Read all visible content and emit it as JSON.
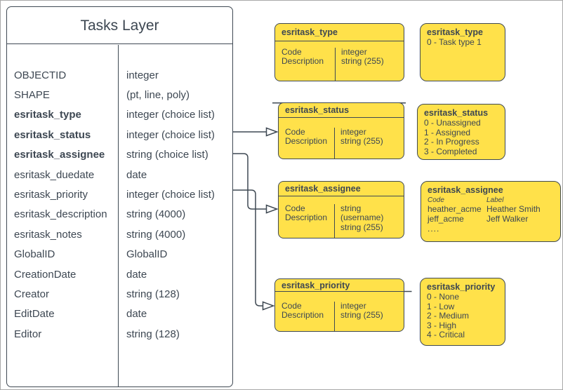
{
  "colors": {
    "box_fill_yellow": "#ffe14a",
    "stroke_dark": "#3f4953",
    "text_dark": "#3d4752",
    "page_border": "#a8a8a8",
    "white_fill": "#ffffff"
  },
  "tasks_layer": {
    "title": "Tasks Layer",
    "fields": [
      {
        "name": "OBJECTID",
        "type": "integer",
        "bold": false
      },
      {
        "name": "SHAPE",
        "type": "(pt, line, poly)",
        "bold": false
      },
      {
        "name": "esritask_type",
        "type": "integer (choice list)",
        "bold": true
      },
      {
        "name": "esritask_status",
        "type": "integer (choice list)",
        "bold": true
      },
      {
        "name": "esritask_assignee",
        "type": "string (choice list)",
        "bold": true
      },
      {
        "name": "esritask_duedate",
        "type": "date",
        "bold": false
      },
      {
        "name": "esritask_priority",
        "type": "integer (choice list)",
        "bold": false
      },
      {
        "name": "esritask_description",
        "type": "string (4000)",
        "bold": false
      },
      {
        "name": "esritask_notes",
        "type": "string (4000)",
        "bold": false
      },
      {
        "name": "GlobalID",
        "type": "GlobalID",
        "bold": false
      },
      {
        "name": "CreationDate",
        "type": "date",
        "bold": false
      },
      {
        "name": "Creator",
        "type": "string (128)",
        "bold": false
      },
      {
        "name": "EditDate",
        "type": "date",
        "bold": false
      },
      {
        "name": "Editor",
        "type": "string (128)",
        "bold": false
      }
    ]
  },
  "domain_tables": [
    {
      "title": "esritask_type",
      "rows": [
        {
          "field": "Code",
          "type": "integer"
        },
        {
          "field": "Description",
          "type": "string (255)"
        }
      ]
    },
    {
      "title": "esritask_status",
      "rows": [
        {
          "field": "Code",
          "type": "integer"
        },
        {
          "field": "Description",
          "type": "string (255)"
        }
      ]
    },
    {
      "title": "esritask_assignee",
      "rows": [
        {
          "field": "Code",
          "type": "string (username)"
        },
        {
          "field": "Description",
          "type": "string (255)"
        }
      ]
    },
    {
      "title": "esritask_priority",
      "rows": [
        {
          "field": "Code",
          "type": "integer"
        },
        {
          "field": "Description",
          "type": "string (255)"
        }
      ]
    }
  ],
  "value_lists": [
    {
      "title": "esritask_type",
      "items": [
        "0 - Task type 1"
      ]
    },
    {
      "title": "esritask_status",
      "items": [
        "0 - Unassigned",
        "1 - Assigned",
        "2 - In Progress",
        "3 - Completed"
      ]
    },
    {
      "title": "esritask_assignee",
      "columns": {
        "code": "Code",
        "label": "Label"
      },
      "rows": [
        {
          "code": "heather_acme",
          "label": "Heather Smith"
        },
        {
          "code": "jeff_acme",
          "label": "Jeff Walker"
        }
      ],
      "more": "...."
    },
    {
      "title": "esritask_priority",
      "items": [
        "0 - None",
        "1 - Low",
        "2 - Medium",
        "3 - High",
        "4 - Critical"
      ]
    }
  ]
}
